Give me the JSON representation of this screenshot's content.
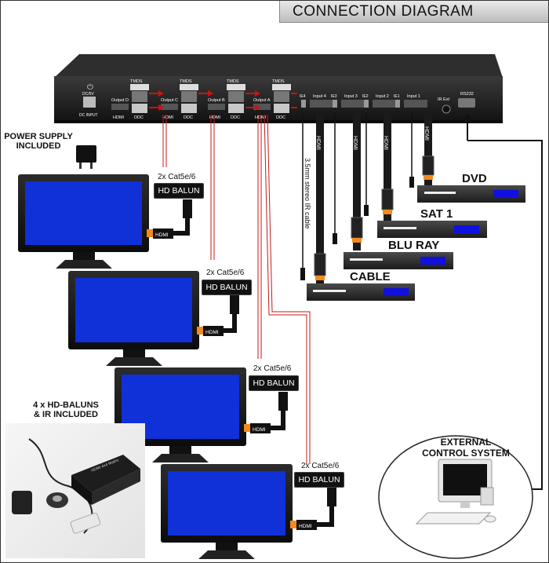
{
  "title": "CONNECTION DIAGRAM",
  "device": {
    "ports": {
      "tmds": "TMDS",
      "output_d": "Output D",
      "output_c": "Output C",
      "output_b": "Output B",
      "output_a": "Output A",
      "hdmi": "HDMI",
      "ddc": "DDC",
      "dc_5v": "DC/5V",
      "dc_input": "DC INPUT",
      "ir_ext": "IR Ext",
      "rs232": "RS232",
      "inputs": [
        "Input 4",
        "Input 3",
        "Input 2",
        "Input 1"
      ],
      "ir_ports": [
        "IE4",
        "IE3",
        "IE2",
        "IE1"
      ]
    }
  },
  "labels": {
    "power_supply": "POWER SUPPLY\nINCLUDED",
    "baluns_included": "4 x HD-BALUNS\n& IR INCLUDED",
    "external_control": "EXTERNAL\nCONTROL SYSTEM",
    "ir_cable": "3.5mm stereo IR cable",
    "cat_cable": "2x Cat5e/6",
    "balun": "HD BALUN",
    "hdmi": "HDMI"
  },
  "sources": [
    "DVD",
    "SAT 1",
    "BLU RAY",
    "CABLE"
  ],
  "product_box_label": "HDMI 4x4 Matrix",
  "colors": {
    "screen_blue": "#1030d8",
    "cable_red": "#c41a1a",
    "connector_orange": "#f28a1c",
    "device_body": "#1b1b1b",
    "source_body": "#2a2a2a"
  }
}
